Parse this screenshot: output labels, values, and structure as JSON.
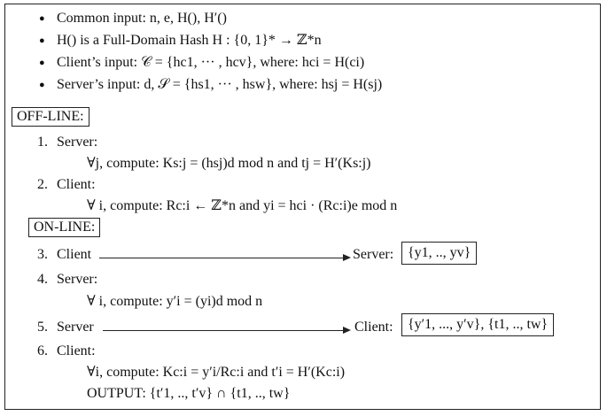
{
  "common": {
    "b1": "Common input: n, e, H(), H′()",
    "b2": "H() is a Full-Domain Hash H : {0, 1}* → ℤ*n",
    "b3": "Client’s input: 𝒞 = {hc1, ··· , hcv}, where: hci = H(ci)",
    "b4": "Server’s input: d, 𝒮 = {hs1, ··· , hsw}, where: hsj = H(sj)"
  },
  "offline": {
    "label": "OFF-LINE:",
    "s1_num": "1.",
    "s1_role": "Server:",
    "s1_compute": "∀j, compute: Ks:j = (hsj)d mod n  and  tj = H′(Ks:j)",
    "s2_num": "2.",
    "s2_role": "Client:",
    "s2_compute": "∀ i, compute:  Rc:i ← ℤ*n  and  yi = hci · (Rc:i)e mod n"
  },
  "online": {
    "label": "ON-LINE:",
    "s3_num": "3.",
    "s3_from": "Client",
    "s3_to": "Server:",
    "s3_msg": "{y1, .., yv}",
    "s4_num": "4.",
    "s4_role": "Server:",
    "s4_compute": "∀ i, compute: y′i = (yi)d mod n",
    "s5_num": "5.",
    "s5_from": "Server",
    "s5_to": "Client:",
    "s5_msg": "{y′1, ..., y′v},  {t1, .., tw}",
    "s6_num": "6.",
    "s6_role": "Client:",
    "s6_compute": "∀i, compute: Kc:i = y′i/Rc:i  and  t′i = H′(Kc:i)",
    "s6_output": "OUTPUT: {t′1, .., t′v} ∩ {t1, .., tw}"
  }
}
